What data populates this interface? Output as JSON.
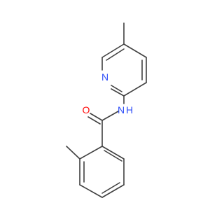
{
  "molecule": {
    "atoms": [
      {
        "id": "N_pyr",
        "label": "N",
        "color": "#3050F8"
      },
      {
        "id": "N_amide",
        "label": "N",
        "color": "#3050F8"
      },
      {
        "id": "H_amide",
        "label": "H",
        "color": "#3050F8"
      },
      {
        "id": "O",
        "label": "O",
        "color": "#FF0D0D"
      }
    ],
    "bond_color": "#404040",
    "background": "#ffffff"
  }
}
